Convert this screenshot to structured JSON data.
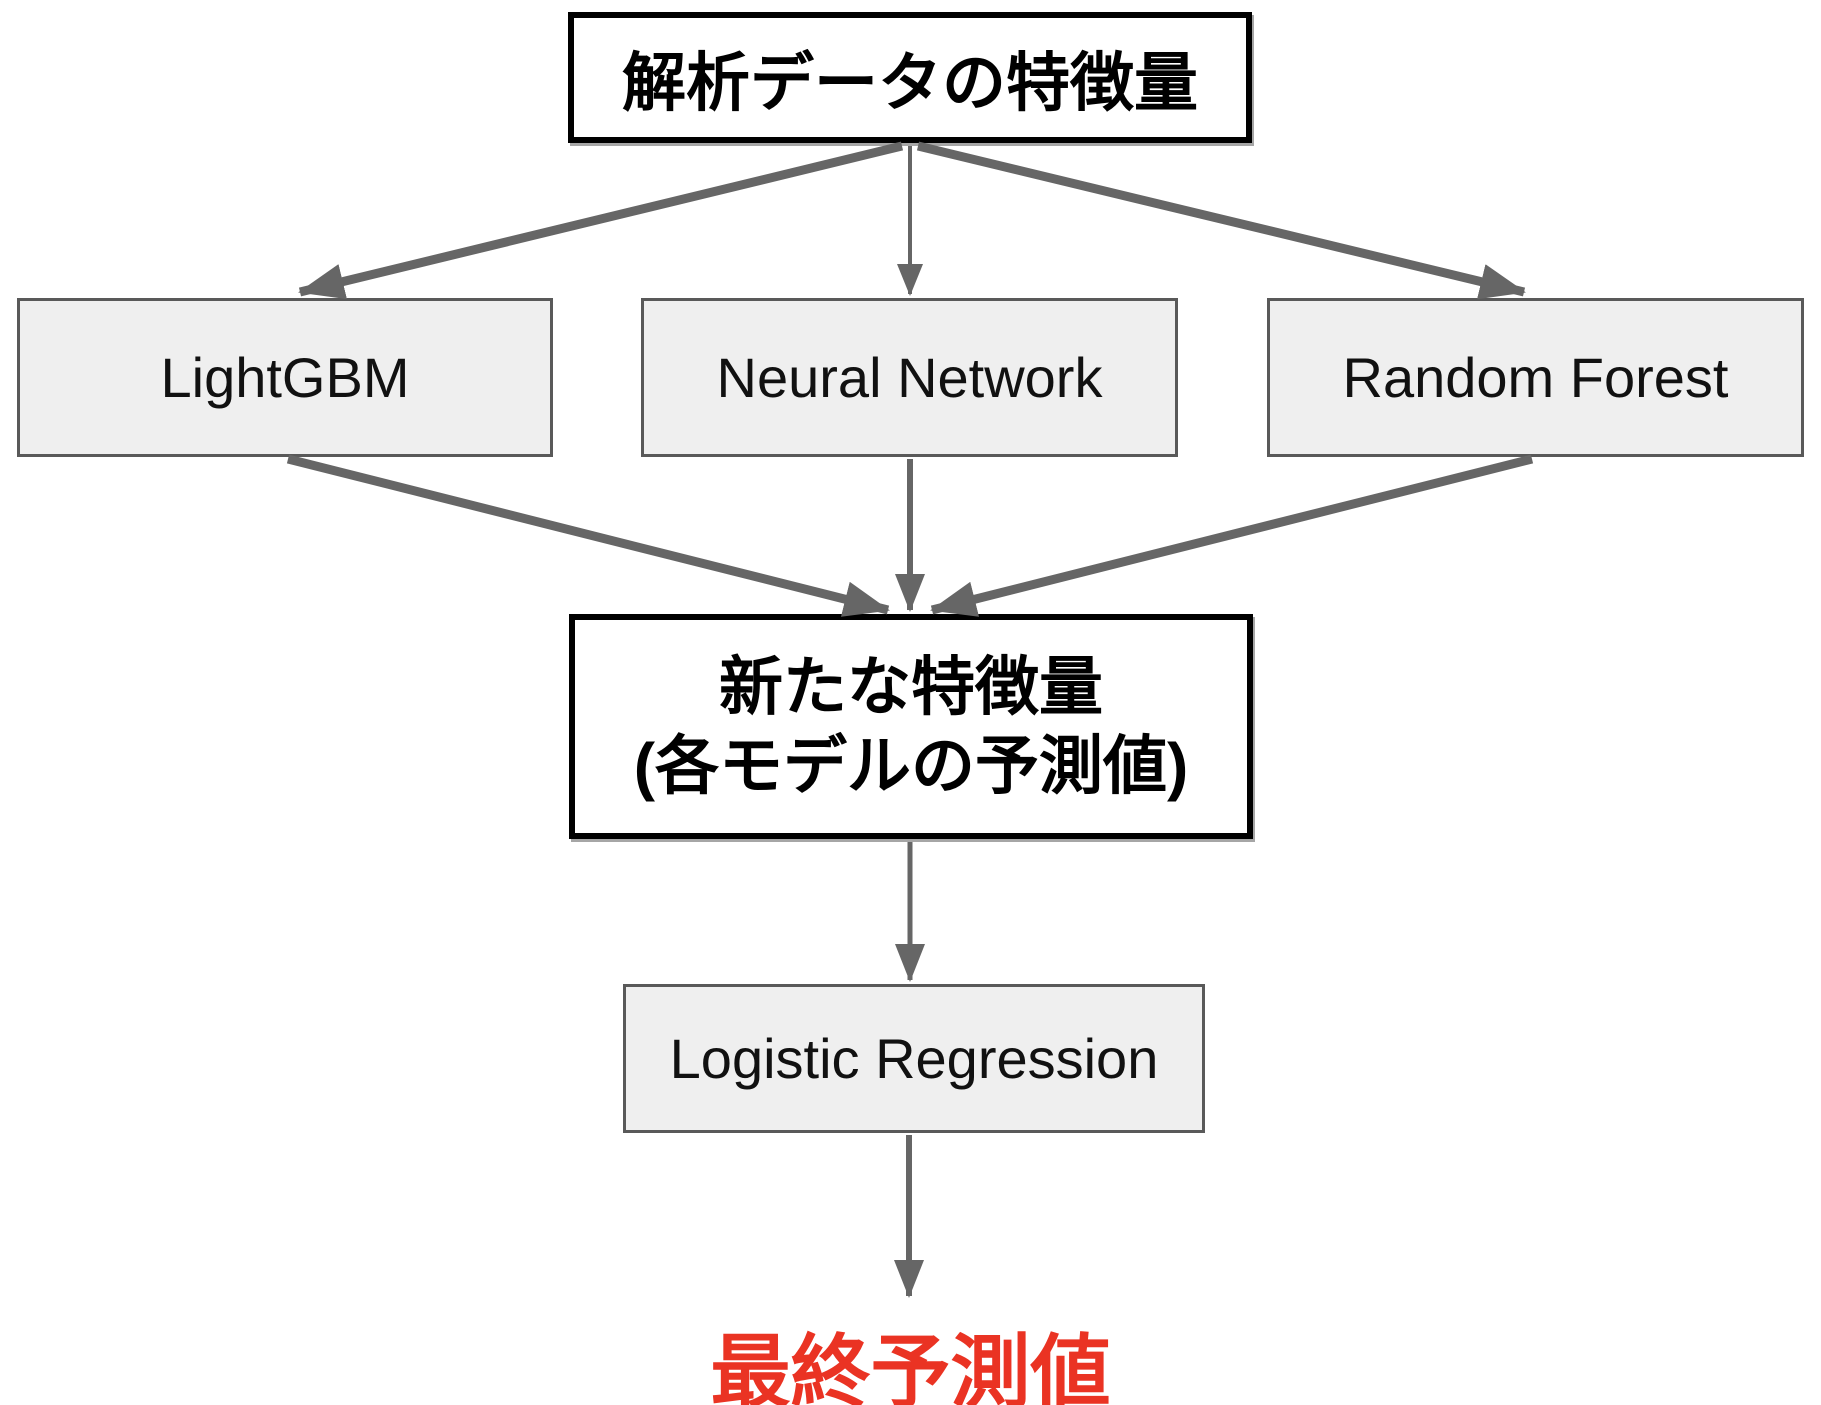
{
  "diagram": {
    "kind": "stacking-ensemble-flowchart",
    "input": {
      "label": "解析データの特徴量"
    },
    "models": [
      {
        "label": "LightGBM"
      },
      {
        "label": "Neural Network"
      },
      {
        "label": "Random Forest"
      }
    ],
    "meta_features": {
      "label_line1": "新たな特徴量",
      "label_line2": "(各モデルの予測値)"
    },
    "final_model": {
      "label": "Logistic Regression"
    },
    "output": {
      "label": "最終予測値"
    },
    "colors": {
      "box_fill_gray": "#efefef",
      "box_border_gray": "#595959",
      "box_border_black": "#000000",
      "arrow": "#666666",
      "output_text": "#ea3323",
      "background": "#ffffff"
    }
  }
}
